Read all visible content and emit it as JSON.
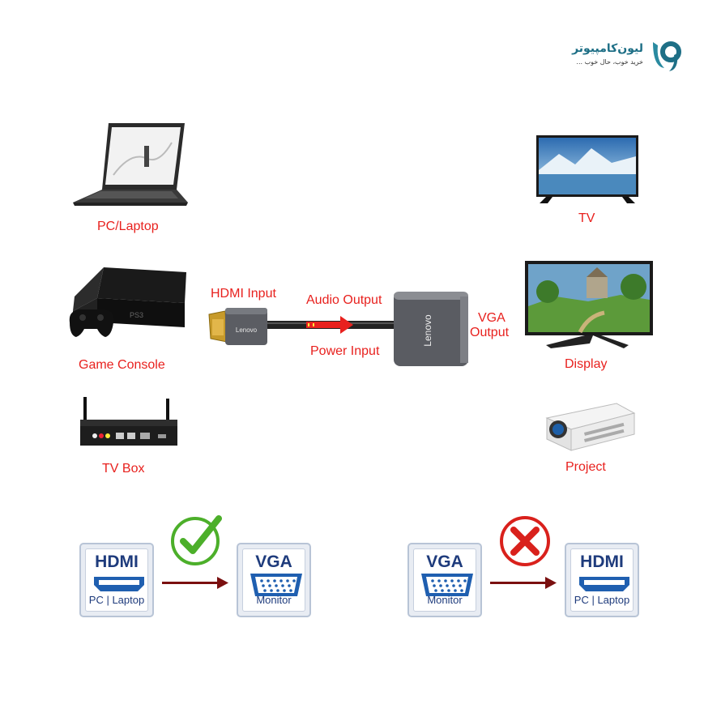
{
  "brand": {
    "name": "لیون‌کامپیوتر",
    "tagline": "خرید خوب، حال خوب ..."
  },
  "devices_left": [
    {
      "label": "PC/Laptop"
    },
    {
      "label": "Game Console"
    },
    {
      "label": "TV Box"
    }
  ],
  "devices_right": [
    {
      "label": "TV"
    },
    {
      "label": "Display"
    },
    {
      "label": "Project"
    }
  ],
  "adapter": {
    "hdmi_input": "HDMI Input",
    "audio_output": "Audio Output",
    "power_input": "Power Input",
    "vga_output_line1": "VGA",
    "vga_output_line2": "Output",
    "brand_mark": "Lenovo",
    "cable_mark": "Lenovo"
  },
  "compat": {
    "ok": {
      "from_title": "HDMI",
      "from_sub": "PC | Laptop",
      "to_title": "VGA",
      "to_sub": "Monitor",
      "status": "check-icon"
    },
    "bad": {
      "from_title": "VGA",
      "from_sub": "Monitor",
      "to_title": "HDMI",
      "to_sub": "PC | Laptop",
      "status": "cross-icon"
    }
  },
  "colors": {
    "label_red": "#e8211e",
    "card_blue": "#1e3b7c",
    "ok_green": "#4caf2a",
    "bad_red": "#d9211c"
  }
}
